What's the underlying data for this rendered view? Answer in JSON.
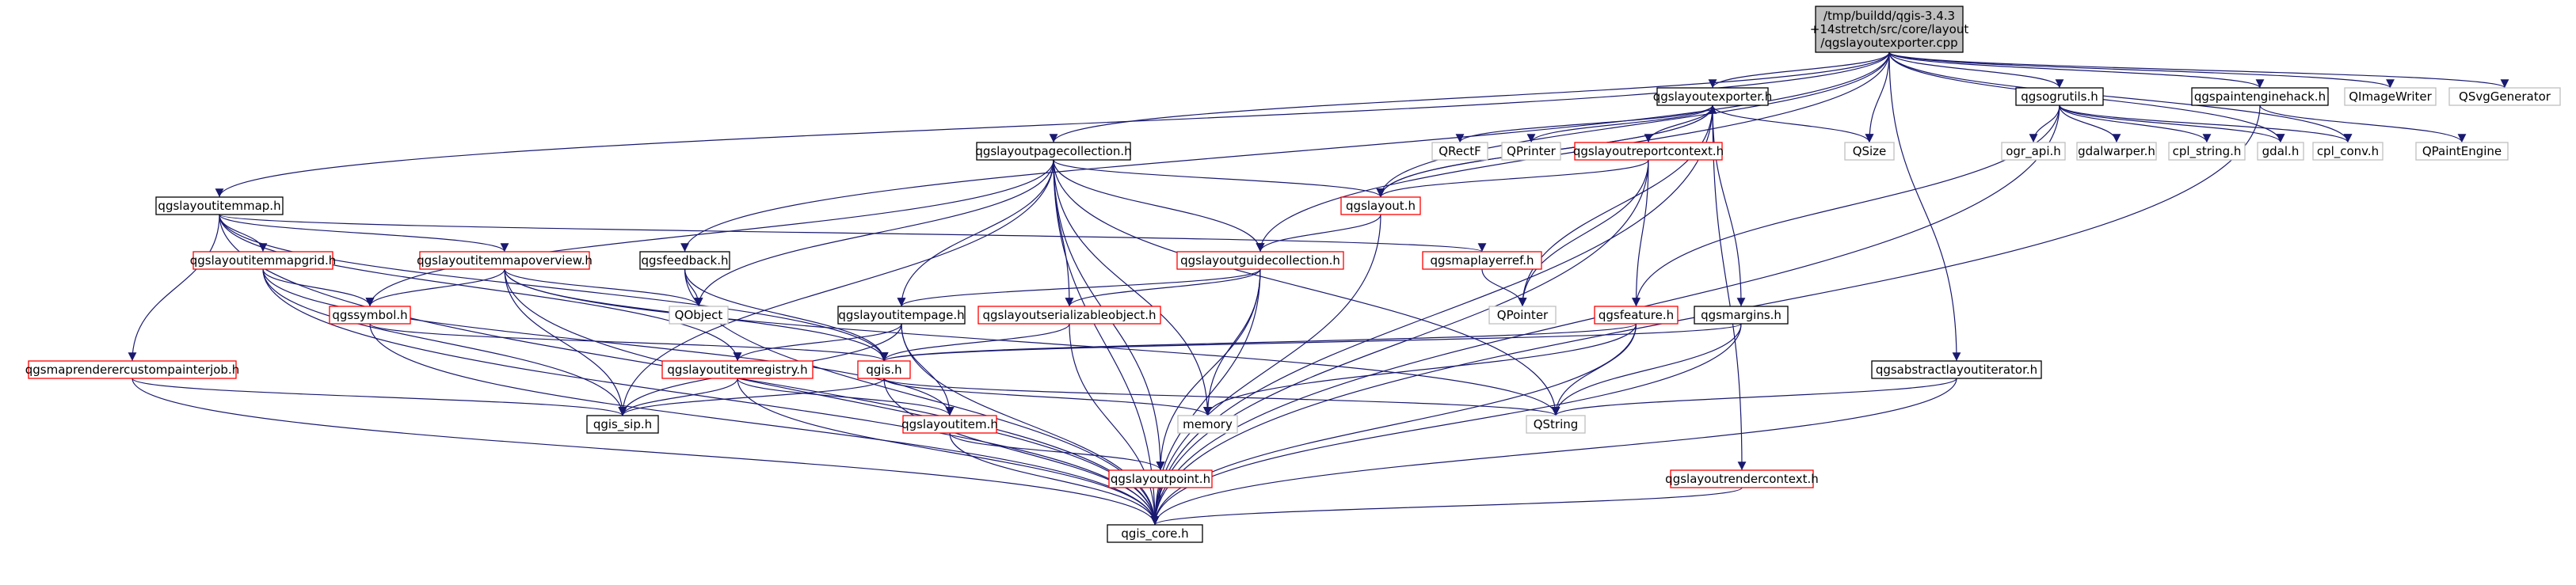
{
  "diagram": {
    "type": "include-dependency-graph",
    "colors": {
      "edge": "#191970",
      "root_fill": "#bfbfbf",
      "root_border": "#000000",
      "documented_border": "#000000",
      "undocumented_border": "#ff0000",
      "external_border": "#bfbfbf",
      "external_text": "#555555"
    },
    "nodes": [
      {
        "id": "root",
        "lines": [
          "/tmp/buildd/qgis-3.4.3",
          "+14stretch/src/core/layout",
          "/qgslayoutexporter.cpp"
        ],
        "kind": "root"
      },
      {
        "id": "exporter",
        "lines": [
          "qgslayoutexporter.h"
        ],
        "kind": "documented"
      },
      {
        "id": "ogrutils",
        "lines": [
          "qgsogrutils.h"
        ],
        "kind": "documented"
      },
      {
        "id": "painthack",
        "lines": [
          "qgspaintenginehack.h"
        ],
        "kind": "documented"
      },
      {
        "id": "qimagewriter",
        "lines": [
          "QImageWriter"
        ],
        "kind": "external"
      },
      {
        "id": "qsvggen",
        "lines": [
          "QSvgGenerator"
        ],
        "kind": "external"
      },
      {
        "id": "qsize",
        "lines": [
          "QSize"
        ],
        "kind": "external"
      },
      {
        "id": "qrectf",
        "lines": [
          "QRectF"
        ],
        "kind": "external"
      },
      {
        "id": "qprinter",
        "lines": [
          "QPrinter"
        ],
        "kind": "external"
      },
      {
        "id": "reportctx",
        "lines": [
          "qgslayoutreportcontext.h"
        ],
        "kind": "undocumented"
      },
      {
        "id": "pagecoll",
        "lines": [
          "qgslayoutpagecollection.h"
        ],
        "kind": "documented"
      },
      {
        "id": "layouth",
        "lines": [
          "qgslayout.h"
        ],
        "kind": "undocumented"
      },
      {
        "id": "ograpi",
        "lines": [
          "ogr_api.h"
        ],
        "kind": "external"
      },
      {
        "id": "gdalwarper",
        "lines": [
          "gdalwarper.h"
        ],
        "kind": "external"
      },
      {
        "id": "cplstring",
        "lines": [
          "cpl_string.h"
        ],
        "kind": "external"
      },
      {
        "id": "gdalh",
        "lines": [
          "gdal.h"
        ],
        "kind": "external"
      },
      {
        "id": "cplconv",
        "lines": [
          "cpl_conv.h"
        ],
        "kind": "external"
      },
      {
        "id": "qpaintengine",
        "lines": [
          "QPaintEngine"
        ],
        "kind": "external"
      },
      {
        "id": "itemmap",
        "lines": [
          "qgslayoutitemmap.h"
        ],
        "kind": "documented"
      },
      {
        "id": "itemmapgrid",
        "lines": [
          "qgslayoutitemmapgrid.h"
        ],
        "kind": "undocumented"
      },
      {
        "id": "itemmapoverview",
        "lines": [
          "qgslayoutitemmapoverview.h"
        ],
        "kind": "undocumented"
      },
      {
        "id": "feedback",
        "lines": [
          "qgsfeedback.h"
        ],
        "kind": "documented"
      },
      {
        "id": "guidecoll",
        "lines": [
          "qgslayoutguidecollection.h"
        ],
        "kind": "undocumented"
      },
      {
        "id": "maplayerref",
        "lines": [
          "qgsmaplayerref.h"
        ],
        "kind": "undocumented"
      },
      {
        "id": "qpointer",
        "lines": [
          "QPointer"
        ],
        "kind": "external"
      },
      {
        "id": "symbol",
        "lines": [
          "qgssymbol.h"
        ],
        "kind": "undocumented"
      },
      {
        "id": "qobject",
        "lines": [
          "QObject"
        ],
        "kind": "external"
      },
      {
        "id": "itempage",
        "lines": [
          "qgslayoutitempage.h"
        ],
        "kind": "documented"
      },
      {
        "id": "serializable",
        "lines": [
          "qgslayoutserializableobject.h"
        ],
        "kind": "undocumented"
      },
      {
        "id": "feature",
        "lines": [
          "qgsfeature.h"
        ],
        "kind": "undocumented"
      },
      {
        "id": "margins",
        "lines": [
          "qgsmargins.h"
        ],
        "kind": "documented"
      },
      {
        "id": "rendercustom",
        "lines": [
          "qgsmaprenderercustompainterjob.h"
        ],
        "kind": "undocumented"
      },
      {
        "id": "itemregistry",
        "lines": [
          "qgslayoutitemregistry.h"
        ],
        "kind": "undocumented"
      },
      {
        "id": "qgish",
        "lines": [
          "qgis.h"
        ],
        "kind": "undocumented"
      },
      {
        "id": "qgissip",
        "lines": [
          "qgis_sip.h"
        ],
        "kind": "documented"
      },
      {
        "id": "memory",
        "lines": [
          "memory"
        ],
        "kind": "external"
      },
      {
        "id": "qstring",
        "lines": [
          "QString"
        ],
        "kind": "external"
      },
      {
        "id": "abstractiter",
        "lines": [
          "qgsabstractlayoutiterator.h"
        ],
        "kind": "documented"
      },
      {
        "id": "layoutitem",
        "lines": [
          "qgslayoutitem.h"
        ],
        "kind": "undocumented"
      },
      {
        "id": "layoutpoint",
        "lines": [
          "qgslayoutpoint.h"
        ],
        "kind": "undocumented"
      },
      {
        "id": "renderctx",
        "lines": [
          "qgslayoutrendercontext.h"
        ],
        "kind": "undocumented"
      },
      {
        "id": "qgiscore",
        "lines": [
          "qgis_core.h"
        ],
        "kind": "documented"
      }
    ],
    "edges": [
      [
        "root",
        "exporter"
      ],
      [
        "root",
        "ogrutils"
      ],
      [
        "root",
        "painthack"
      ],
      [
        "root",
        "qimagewriter"
      ],
      [
        "root",
        "qsvggen"
      ],
      [
        "root",
        "qsize"
      ],
      [
        "root",
        "layouth"
      ],
      [
        "root",
        "pagecoll"
      ],
      [
        "root",
        "itemmap"
      ],
      [
        "root",
        "feedback"
      ],
      [
        "root",
        "guidecoll"
      ],
      [
        "root",
        "abstractiter"
      ],
      [
        "root",
        "gdalh"
      ],
      [
        "root",
        "cplconv"
      ],
      [
        "exporter",
        "layouth"
      ],
      [
        "exporter",
        "qrectf"
      ],
      [
        "exporter",
        "qprinter"
      ],
      [
        "exporter",
        "reportctx"
      ],
      [
        "exporter",
        "qsize"
      ],
      [
        "exporter",
        "qpointer"
      ],
      [
        "exporter",
        "margins"
      ],
      [
        "exporter",
        "renderctx"
      ],
      [
        "exporter",
        "qgiscore"
      ],
      [
        "reportctx",
        "layouth"
      ],
      [
        "reportctx",
        "qpointer"
      ],
      [
        "reportctx",
        "feature"
      ],
      [
        "reportctx",
        "qgiscore"
      ],
      [
        "layouth",
        "exporter"
      ],
      [
        "layouth",
        "guidecoll"
      ],
      [
        "layouth",
        "qgiscore"
      ],
      [
        "ogrutils",
        "ograpi"
      ],
      [
        "ogrutils",
        "gdalwarper"
      ],
      [
        "ogrutils",
        "cplstring"
      ],
      [
        "ogrutils",
        "gdalh"
      ],
      [
        "ogrutils",
        "cplconv"
      ],
      [
        "ogrutils",
        "feature"
      ],
      [
        "ogrutils",
        "qgiscore"
      ],
      [
        "painthack",
        "qpaintengine"
      ],
      [
        "painthack",
        "qgiscore"
      ],
      [
        "pagecoll",
        "layouth"
      ],
      [
        "pagecoll",
        "symbol"
      ],
      [
        "pagecoll",
        "qobject"
      ],
      [
        "pagecoll",
        "itempage"
      ],
      [
        "pagecoll",
        "serializable"
      ],
      [
        "pagecoll",
        "guidecoll"
      ],
      [
        "pagecoll",
        "memory"
      ],
      [
        "pagecoll",
        "layoutpoint"
      ],
      [
        "pagecoll",
        "qgiscore"
      ],
      [
        "pagecoll",
        "qgissip"
      ],
      [
        "pagecoll",
        "qstring"
      ],
      [
        "itemmap",
        "maplayerref"
      ],
      [
        "itemmap",
        "itemmapgrid"
      ],
      [
        "itemmap",
        "itemmapoverview"
      ],
      [
        "itemmap",
        "rendercustom"
      ],
      [
        "itemmap",
        "itemregistry"
      ],
      [
        "itemmap",
        "qgish"
      ],
      [
        "itemmap",
        "qgiscore"
      ],
      [
        "itemmapgrid",
        "symbol"
      ],
      [
        "itemmapgrid",
        "qgissip"
      ],
      [
        "itemmapgrid",
        "layoutitem"
      ],
      [
        "itemmapgrid",
        "qgiscore"
      ],
      [
        "itemmapoverview",
        "symbol"
      ],
      [
        "itemmapoverview",
        "qobject"
      ],
      [
        "itemmapoverview",
        "qgissip"
      ],
      [
        "itemmapoverview",
        "qgish"
      ],
      [
        "itemmapoverview",
        "qgiscore"
      ],
      [
        "itemmapoverview",
        "qstring"
      ],
      [
        "feedback",
        "qobject"
      ],
      [
        "feedback",
        "qgish"
      ],
      [
        "feedback",
        "qgiscore"
      ],
      [
        "guidecoll",
        "itempage"
      ],
      [
        "guidecoll",
        "serializable"
      ],
      [
        "guidecoll",
        "memory"
      ],
      [
        "guidecoll",
        "layoutpoint"
      ],
      [
        "guidecoll",
        "qgiscore"
      ],
      [
        "maplayerref",
        "qpointer"
      ],
      [
        "symbol",
        "qgish"
      ],
      [
        "symbol",
        "qgiscore"
      ],
      [
        "itempage",
        "itemregistry"
      ],
      [
        "itempage",
        "qgissip"
      ],
      [
        "itempage",
        "layoutitem"
      ],
      [
        "itempage",
        "qgiscore"
      ],
      [
        "serializable",
        "qgish"
      ],
      [
        "serializable",
        "qgiscore"
      ],
      [
        "feature",
        "qgish"
      ],
      [
        "feature",
        "memory"
      ],
      [
        "feature",
        "qstring"
      ],
      [
        "feature",
        "qgiscore"
      ],
      [
        "margins",
        "qgish"
      ],
      [
        "margins",
        "qstring"
      ],
      [
        "margins",
        "qgiscore"
      ],
      [
        "rendercustom",
        "qgissip"
      ],
      [
        "rendercustom",
        "qgiscore"
      ],
      [
        "itemregistry",
        "qgissip"
      ],
      [
        "itemregistry",
        "layoutitem"
      ],
      [
        "itemregistry",
        "qgiscore"
      ],
      [
        "qgish",
        "qgissip"
      ],
      [
        "qgish",
        "memory"
      ],
      [
        "qgish",
        "qstring"
      ],
      [
        "qgish",
        "qgiscore"
      ],
      [
        "abstractiter",
        "qstring"
      ],
      [
        "abstractiter",
        "qgiscore"
      ],
      [
        "layoutitem",
        "layoutpoint"
      ],
      [
        "layoutitem",
        "qgiscore"
      ],
      [
        "layoutpoint",
        "qgiscore"
      ],
      [
        "renderctx",
        "qgiscore"
      ]
    ]
  }
}
